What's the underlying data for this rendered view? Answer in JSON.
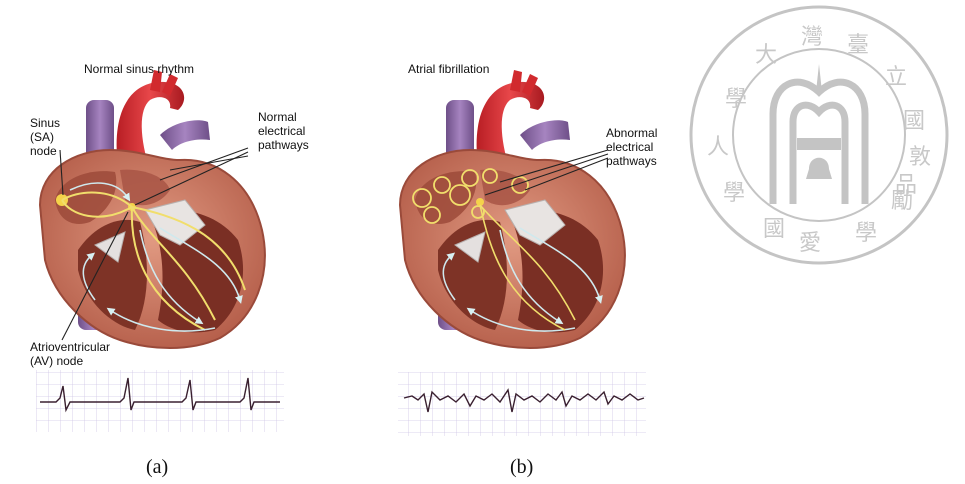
{
  "panel_a": {
    "title": "Normal sinus rhythm",
    "label_sa_1": "Sinus",
    "label_sa_2": "(SA)",
    "label_sa_3": "node",
    "label_path_1": "Normal",
    "label_path_2": "electrical",
    "label_path_3": "pathways",
    "label_av_1": "Atrioventricular",
    "label_av_2": "(AV) node",
    "caption": "(a)"
  },
  "panel_b": {
    "title": "Atrial fibrillation",
    "label_path_1": "Abnormal",
    "label_path_2": "electrical",
    "label_path_3": "pathways",
    "caption": "(b)"
  },
  "seal": {
    "characters": "學 大 灣 臺 立 國",
    "lower_characters": "人 學 國 愛 學 勵 品 敦",
    "icon": "university-seal-watermark"
  },
  "colors": {
    "heart_muscle": "#c9735f",
    "heart_inner": "#8a3c2e",
    "aorta_red": "#d62a2e",
    "vena_cava_purple": "#8e6aa8",
    "pathway_yellow": "#f2e27a",
    "ecg_grid": "#c9bfe0",
    "ecg_trace": "#3a2030",
    "seal_gray": "#b8b8b8"
  }
}
